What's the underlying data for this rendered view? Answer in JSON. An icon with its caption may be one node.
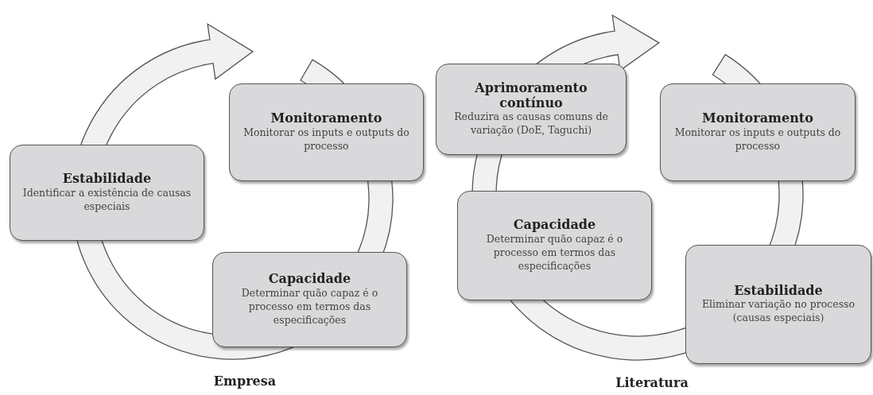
{
  "diagram": {
    "nodes": [
      {
        "text": [
          "Estabilidade",
          "Identificar a existência de causas especiais"
        ]
      },
      {
        "text": [
          "Monitoramento",
          "Monitorar os inputs e outputs do processo"
        ]
      },
      {
        "text": [
          "Capacidade",
          "Determinar quão capaz é o processo em termos das especificações"
        ]
      },
      {
        "text": [
          "Aprimoramento contínuo",
          "Reduzira as causas comuns de variação (DoE, Taguchi)"
        ]
      },
      {
        "text": [
          "Monitoramento",
          "Monitorar os inputs e outputs do processo"
        ]
      },
      {
        "text": [
          "Capacidade",
          "Determinar quão capaz é o processo em termos das especificações"
        ]
      },
      {
        "text": [
          "Estabilidade",
          "Eliminar variação no processo (causas especiais)"
        ]
      }
    ],
    "labels": [
      "Empresa",
      "Literatura"
    ]
  }
}
